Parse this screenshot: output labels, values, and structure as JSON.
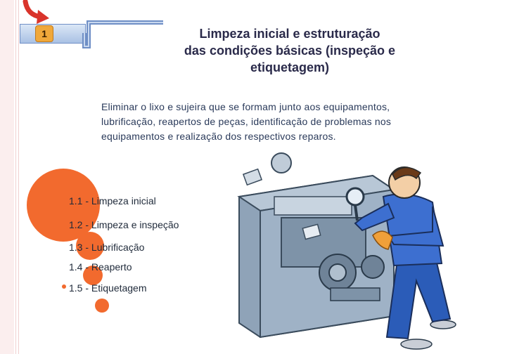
{
  "slide": {
    "step_number": "1",
    "title": "Limpeza inicial e estruturação\ndas condições básicas (inspeção e\netiquetagem)",
    "description": "Eliminar o lixo e sujeira que se formam junto aos equipamentos, lubrificação, reapertos de peças, identificação de problemas nos equipamentos e realização dos respectivos reparos.",
    "items": [
      {
        "label": "1.1 - Limpeza inicial"
      },
      {
        "label": "1.2 - Limpeza e inspeção"
      },
      {
        "label": "1.3 - Lubrificação"
      },
      {
        "label": "1.4 - Reaperto"
      },
      {
        "label": "1.5 - Etiquetagem"
      }
    ]
  },
  "colors": {
    "accent": "#f26a2e",
    "step_badge": "#f0a83a",
    "connector": "#7a9bd0",
    "title_text": "#2a2a4a"
  },
  "icons": {
    "step_arrow": "curved-arrow-icon",
    "illustration": "worker-inspecting-machine"
  }
}
